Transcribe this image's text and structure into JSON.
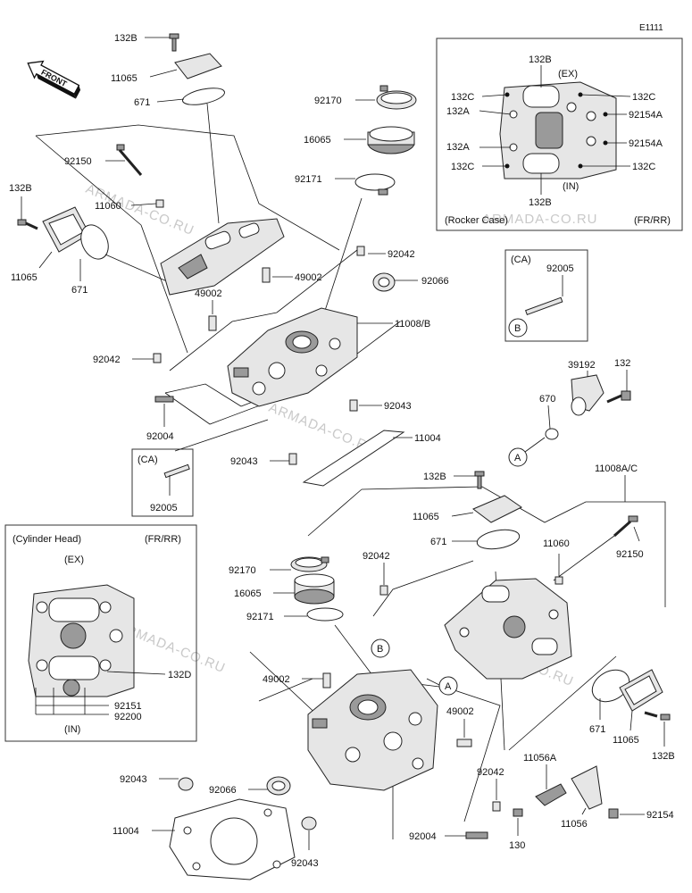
{
  "diagram_code": "E1111",
  "front_label": "FRONT",
  "watermark": "ARMADA-CO.RU",
  "insets": {
    "rocker_case": {
      "caption": "(Rocker Case)",
      "variant": "(FR/RR)",
      "ex_label": "(EX)",
      "in_label": "(IN)"
    },
    "cylinder_head": {
      "caption": "(Cylinder Head)",
      "variant": "(FR/RR)",
      "ex_label": "(EX)",
      "in_label": "(IN)"
    },
    "ca_top": {
      "caption": "(CA)"
    },
    "ca_left": {
      "caption": "(CA)"
    }
  },
  "refs": {
    "A": "A",
    "B": "B"
  },
  "labels": {
    "l_132B_top": "132B",
    "l_11065_top": "11065",
    "l_671_top": "671",
    "l_92170_top": "92170",
    "l_16065_top": "16065",
    "l_92150_top": "92150",
    "l_92171_top": "92171",
    "l_11060_top": "11060",
    "l_132B_left": "132B",
    "l_11065_left": "11065",
    "l_671_left": "671",
    "l_92042_top": "92042",
    "l_49002_a": "49002",
    "l_49002_b": "49002",
    "l_92066_top": "92066",
    "l_11008B": "11008/B",
    "l_92042_left": "92042",
    "l_92004_left": "92004",
    "l_92043_top": "92043",
    "l_11004_top": "11004",
    "l_92043_mid": "92043",
    "l_92005_left": "92005",
    "l_132B_r": "132B",
    "l_132C_1": "132C",
    "l_132A_1": "132A",
    "l_132C_2": "132C",
    "l_92154A_1": "92154A",
    "l_132A_2": "132A",
    "l_92154A_2": "92154A",
    "l_132C_3": "132C",
    "l_132C_4": "132C",
    "l_132B_r2": "132B",
    "l_92005_r": "92005",
    "l_39192": "39192",
    "l_132": "132",
    "l_670": "670",
    "l_132B_mid": "132B",
    "l_11008AC": "11008A/C",
    "l_11065_mid": "11065",
    "l_671_mid": "671",
    "l_11060_r": "11060",
    "l_92150_r": "92150",
    "l_92042_mid": "92042",
    "l_92170_bot": "92170",
    "l_16065_bot": "16065",
    "l_92171_bot": "92171",
    "l_49002_c": "49002",
    "l_49002_d": "49002",
    "l_132D": "132D",
    "l_92151": "92151",
    "l_92200": "92200",
    "l_92043_bl": "92043",
    "l_92066_bot": "92066",
    "l_92042_br": "92042",
    "l_11056A": "11056A",
    "l_671_br": "671",
    "l_11065_br": "11065",
    "l_132B_br": "132B",
    "l_11004_bot": "11004",
    "l_92043_bot": "92043",
    "l_92004_bot": "92004",
    "l_11056": "11056",
    "l_92154": "92154",
    "l_130": "130"
  }
}
